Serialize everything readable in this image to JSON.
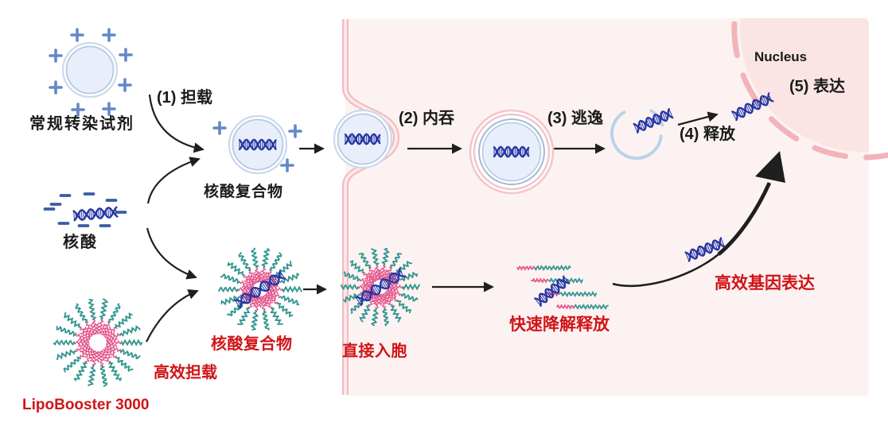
{
  "pathways": {
    "conventional": {
      "reagent": "常规转染试剂",
      "step1": "(1) 担载",
      "complex": "核酸复合物",
      "step2": "(2) 内吞",
      "step3": "(3) 逃逸",
      "step4": "(4) 释放",
      "step5": "(5) 表达",
      "nucleus": "Nucleus"
    },
    "lipobooster": {
      "input": "核酸",
      "product": "LipoBooster 3000",
      "loading": "高效担载",
      "complex": "核酸复合物",
      "entry": "直接入胞",
      "release": "快速降解释放",
      "expression": "高效基因表达"
    }
  },
  "colors": {
    "red_accent": "#d01417",
    "black_text": "#1a1a1a",
    "dna_blue": "#2636a3",
    "plus_blue": "#6487c7",
    "minus_blue": "#3a5ca6",
    "liposome_fill": "#e9effa",
    "liposome_border": "#b4c9e2",
    "liposome_border_light": "#ccd9ec",
    "membrane_pink": "#f2bcc0",
    "membrane_inner": "#fcebeb",
    "cell_fill": "#fdf2f2",
    "nucleus_fill": "#fbe4e4",
    "nucleus_border": "#f2b4b8",
    "endosome_ring": "#f4c6c9",
    "broken_vesicle": "#b9d3e9",
    "micelle_pink": "#e25289",
    "micelle_teal": "#339691",
    "arrow_black": "#1f1f1f"
  },
  "icon_names": [
    "liposome-icon",
    "dna-icon",
    "micelle-icon",
    "endosome-icon",
    "broken-endosome-icon",
    "plus-charge-icon",
    "minus-charge-icon",
    "cell-membrane",
    "nucleus",
    "degraded-polymer-icon"
  ]
}
